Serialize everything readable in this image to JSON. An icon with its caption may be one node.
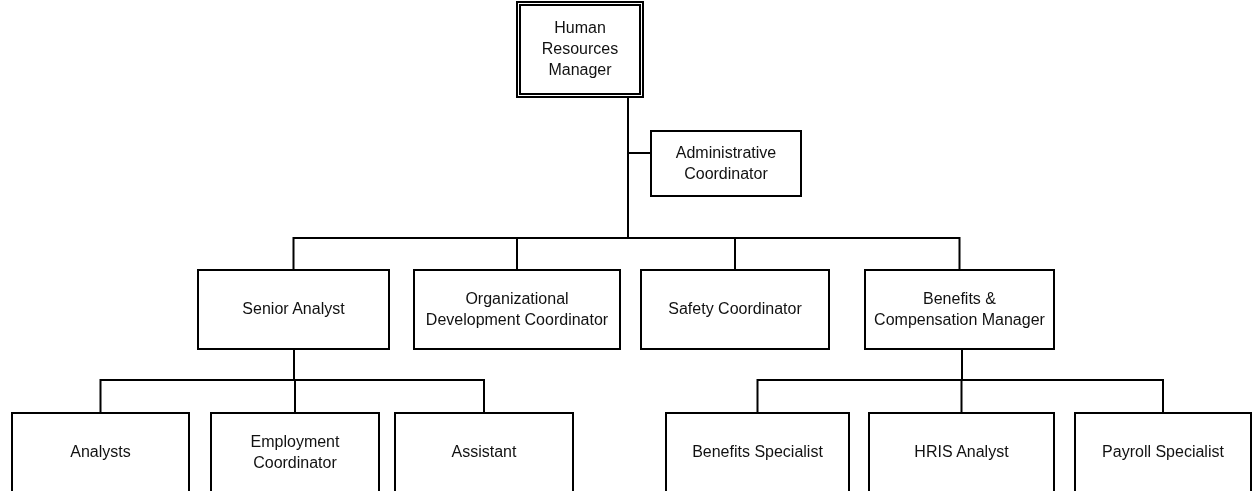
{
  "diagram": {
    "nodes": [
      {
        "text": [
          "Human Resources Manager"
        ]
      },
      {
        "text": [
          "Administrative Coordinator"
        ]
      },
      {
        "text": [
          "Senior Analyst"
        ]
      },
      {
        "text": [
          "Organizational Development Coordinator"
        ]
      },
      {
        "text": [
          "Safety Coordinator"
        ]
      },
      {
        "text": [
          "Benefits & Compensation Manager"
        ]
      },
      {
        "text": [
          "Analysts"
        ]
      },
      {
        "text": [
          "Employment Coordinator"
        ]
      },
      {
        "text": [
          "Assistant"
        ]
      },
      {
        "text": [
          "Benefits Specialist"
        ]
      },
      {
        "text": [
          "HRIS Analyst"
        ]
      },
      {
        "text": [
          "Payroll Specialist"
        ]
      }
    ],
    "edges": [
      {
        "from": 0,
        "to": 1,
        "arrow": "none"
      },
      {
        "from": 0,
        "to": 2,
        "arrow": "none"
      },
      {
        "from": 0,
        "to": 3,
        "arrow": "none"
      },
      {
        "from": 0,
        "to": 4,
        "arrow": "none"
      },
      {
        "from": 0,
        "to": 5,
        "arrow": "none"
      },
      {
        "from": 2,
        "to": 6,
        "arrow": "none"
      },
      {
        "from": 2,
        "to": 7,
        "arrow": "none"
      },
      {
        "from": 2,
        "to": 8,
        "arrow": "none"
      },
      {
        "from": 5,
        "to": 9,
        "arrow": "none"
      },
      {
        "from": 5,
        "to": 10,
        "arrow": "none"
      },
      {
        "from": 5,
        "to": 11,
        "arrow": "none"
      }
    ]
  }
}
